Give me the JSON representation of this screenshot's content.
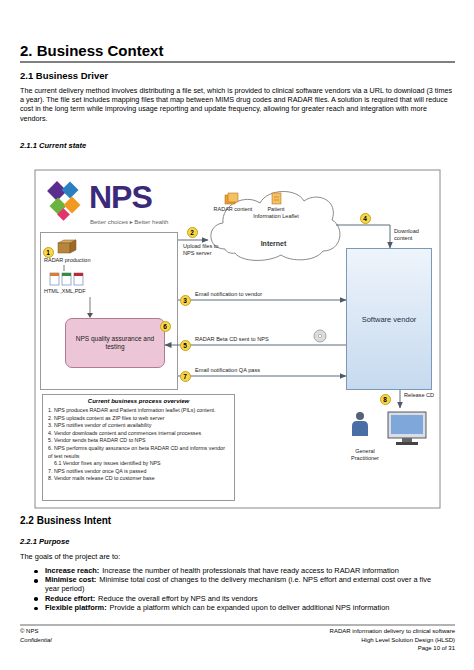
{
  "diagram": {
    "title": "2. Business Context",
    "nodes": [
      {
        "text": [
          "NPS",
          "Better choices ▸ Better health"
        ]
      },
      {
        "text": [
          "NPS quality assurance and testing"
        ],
        "in": 0
      },
      {
        "text": [
          "Internet"
        ]
      },
      {
        "text": [
          "Software vendor"
        ]
      },
      {
        "text": [
          "General Practitioner"
        ]
      },
      {
        "text": [
          "Current business process overview",
          "1. NPS produces RADAR and Patient information leaflet (PILs) content.",
          "2. NPS uploads content as ZIP files to web server",
          "3. NPS notifies vendor of content availability",
          "4. Vendor downloads content and commences internal processes",
          "5. Vendor sends beta RADAR CD to NPS",
          "6. NPS performs quality assurance on beta RADAR CD and informs vendor of test results",
          "6.1 Vendor fixes any issues identified by NPS",
          "7. NPS notifies vendor once QA is passed",
          "8. Vendor mails release CD to customer base"
        ]
      }
    ],
    "edges": [
      {
        "from": 0,
        "to": 2,
        "label": "Upload files to NPS server",
        "arrow": "to"
      },
      {
        "from": 2,
        "to": 3,
        "label": "Download content",
        "arrow": "to"
      },
      {
        "from": 0,
        "to": 3,
        "label": "Email notification to vendor",
        "arrow": "to"
      },
      {
        "from": 3,
        "to": 1,
        "label": "RADAR Beta CD sent to NPS",
        "arrow": "to"
      },
      {
        "from": 0,
        "to": 3,
        "label": "Email notification QA pass",
        "arrow": "to"
      },
      {
        "from": 3,
        "to": 4,
        "label": "Release CD",
        "arrow": "to"
      }
    ],
    "labels": [
      "2.1 Business Driver",
      "The current delivery method involves distributing a file set, which is provided to clinical software vendors via a URL to download (3 times a year). The file set includes mapping files that map between MIMS drug codes and RADAR files. A solution is required that will reduce cost in the long term while improving usage reporting and update frequency, allowing for greater reach and integration with more vendors.",
      "2.1.1 Current state",
      "RADAR production",
      "HTML ,XML,PDF",
      "RADAR content",
      "Patient Information Leaflet",
      "1",
      "2",
      "3",
      "4",
      "5",
      "6",
      "7",
      "8",
      "2.2 Business Intent",
      "2.2.1 Purpose",
      "The goals of the project are to:",
      "Increase reach:",
      "Increase the number of health professionals that have ready access to RADAR information",
      "Minimise cost:",
      "Minimise total cost of changes to the delivery mechanism (i.e. NPS effort and external cost over a five year period)",
      "Reduce effort:",
      "Reduce the overall effort by NPS and its vendors",
      "Flexible platform:",
      "Provide a platform which can be expanded upon to deliver additional NPS information",
      "© NPS",
      "Confidential",
      "RADAR information delivery to clinical software",
      "High Level Solution Design (HLSD)",
      "Page 10 of 31"
    ]
  }
}
